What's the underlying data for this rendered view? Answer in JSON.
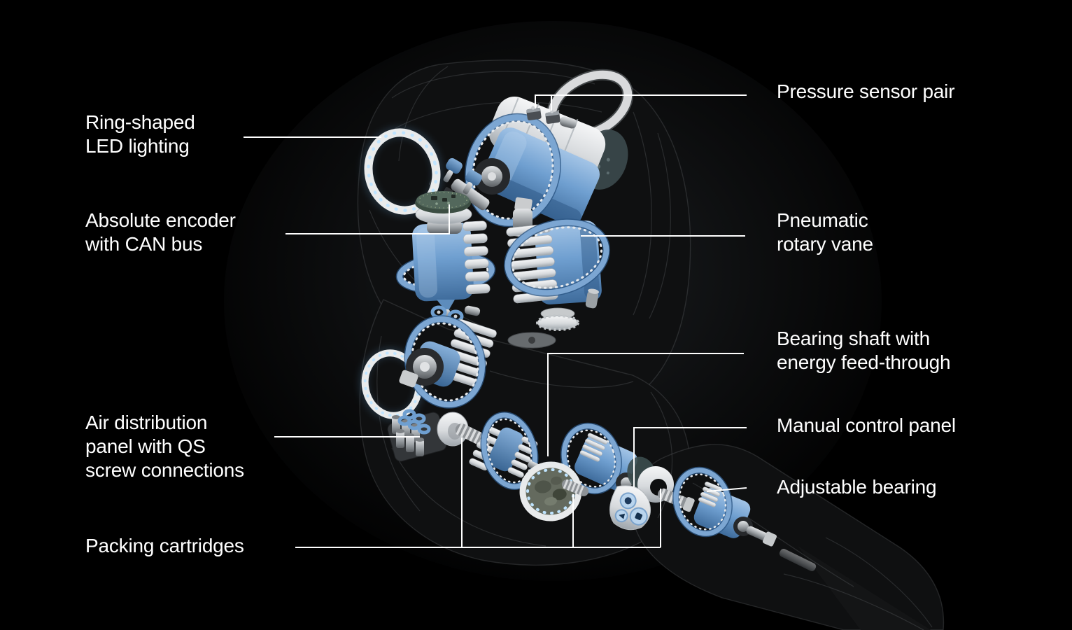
{
  "page": {
    "background": "#000000",
    "label_text_color": "#ffffff",
    "leader_line_color": "#ffffff"
  },
  "colors": {
    "accent_blue": "#7ba6d3",
    "accent_blue_dark": "#45719f",
    "part_white": "#e9ebec",
    "led_blue": "#bfe4ff",
    "pcb_green": "#4c5f53",
    "metal_silver": "#c3c6c9",
    "metal_dark": "#2a2c2f"
  },
  "labels": {
    "ring_led": {
      "text": "Ring-shaped\nLED lighting"
    },
    "absolute_encoder": {
      "text": "Absolute encoder\nwith CAN bus"
    },
    "air_distribution": {
      "text": "Air distribution\npanel with QS\nscrew connections"
    },
    "packing_cartridges": {
      "text": "Packing cartridges"
    },
    "pressure_sensor": {
      "text": "Pressure sensor pair"
    },
    "pneumatic_rotary_vane": {
      "text": "Pneumatic\nrotary vane"
    },
    "bearing_shaft": {
      "text": "Bearing shaft with\nenergy feed-through"
    },
    "manual_control": {
      "text": "Manual control panel"
    },
    "adjustable_bearing": {
      "text": "Adjustable bearing"
    }
  }
}
